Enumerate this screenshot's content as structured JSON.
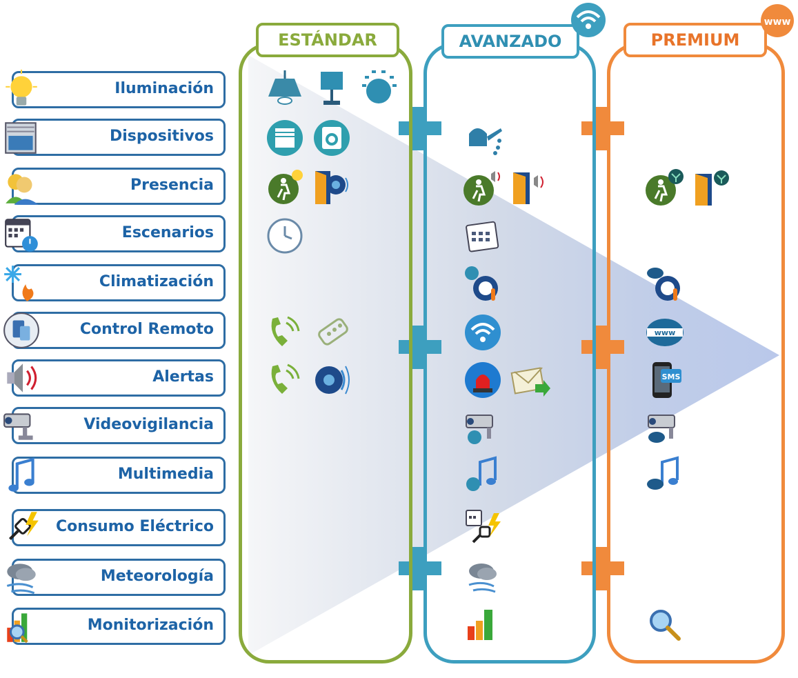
{
  "tiers": [
    {
      "label": "ESTÁNDAR",
      "color": "#8aaa3c"
    },
    {
      "label": "AVANZADO",
      "color": "#3d9fbf"
    },
    {
      "label": "PREMIUM",
      "color": "#f08a3c"
    }
  ],
  "header_badges": {
    "wifi_icon": "wifi-icon",
    "www_label": "www"
  },
  "rows": [
    {
      "label": "Iluminación",
      "icon": "light-bulb-icon"
    },
    {
      "label": "Dispositivos",
      "icon": "window-blinds-icon"
    },
    {
      "label": "Presencia",
      "icon": "users-icon"
    },
    {
      "label": "Escenarios",
      "icon": "calendar-clock-icon"
    },
    {
      "label": "Climatización",
      "icon": "snow-fire-icon"
    },
    {
      "label": "Control Remoto",
      "icon": "remote-device-icon"
    },
    {
      "label": "Alertas",
      "icon": "speaker-icon"
    },
    {
      "label": "Videovigilancia",
      "icon": "security-camera-icon"
    },
    {
      "label": "Multimedia",
      "icon": "music-note-icon"
    },
    {
      "label": "Consumo Eléctrico",
      "icon": "power-plug-icon"
    },
    {
      "label": "Meteorología",
      "icon": "weather-icon"
    },
    {
      "label": "Monitorización",
      "icon": "chart-magnifier-icon"
    }
  ],
  "cells": {
    "estandar": [
      [
        "ceiling-lamp-icon",
        "floor-lamp-icon",
        "dimmer-dial-icon"
      ],
      [
        "blinds-button-icon",
        "washing-machine-button-icon"
      ],
      [
        "motion-light-icon",
        "door-sensor-icon"
      ],
      [
        "clock-icon"
      ],
      [],
      [
        "phone-icon",
        "remote-control-icon"
      ],
      [
        "phone-icon",
        "siren-speaker-icon"
      ],
      [],
      [],
      [],
      [],
      []
    ],
    "avanzado": [
      [],
      [
        "watering-can-icon"
      ],
      [
        "motion-alarm-icon",
        "door-alarm-icon"
      ],
      [
        "calendar-icon"
      ],
      [
        "wifi-thermostat-icon"
      ],
      [
        "wifi-icon"
      ],
      [
        "alarm-light-icon",
        "email-icon"
      ],
      [
        "wifi-camera-icon"
      ],
      [
        "wifi-music-icon"
      ],
      [
        "scheduled-power-icon"
      ],
      [
        "weather-icon"
      ],
      [
        "bar-chart-icon"
      ]
    ],
    "premium": [
      [],
      [],
      [
        "motion-butterfly-icon",
        "door-butterfly-icon"
      ],
      [],
      [
        "www-thermostat-icon"
      ],
      [
        "www-icon"
      ],
      [
        "sms-phone-icon"
      ],
      [
        "www-camera-icon"
      ],
      [
        "www-music-icon"
      ],
      [],
      [],
      [
        "magnifier-icon"
      ]
    ]
  },
  "sms_label": "SMS"
}
